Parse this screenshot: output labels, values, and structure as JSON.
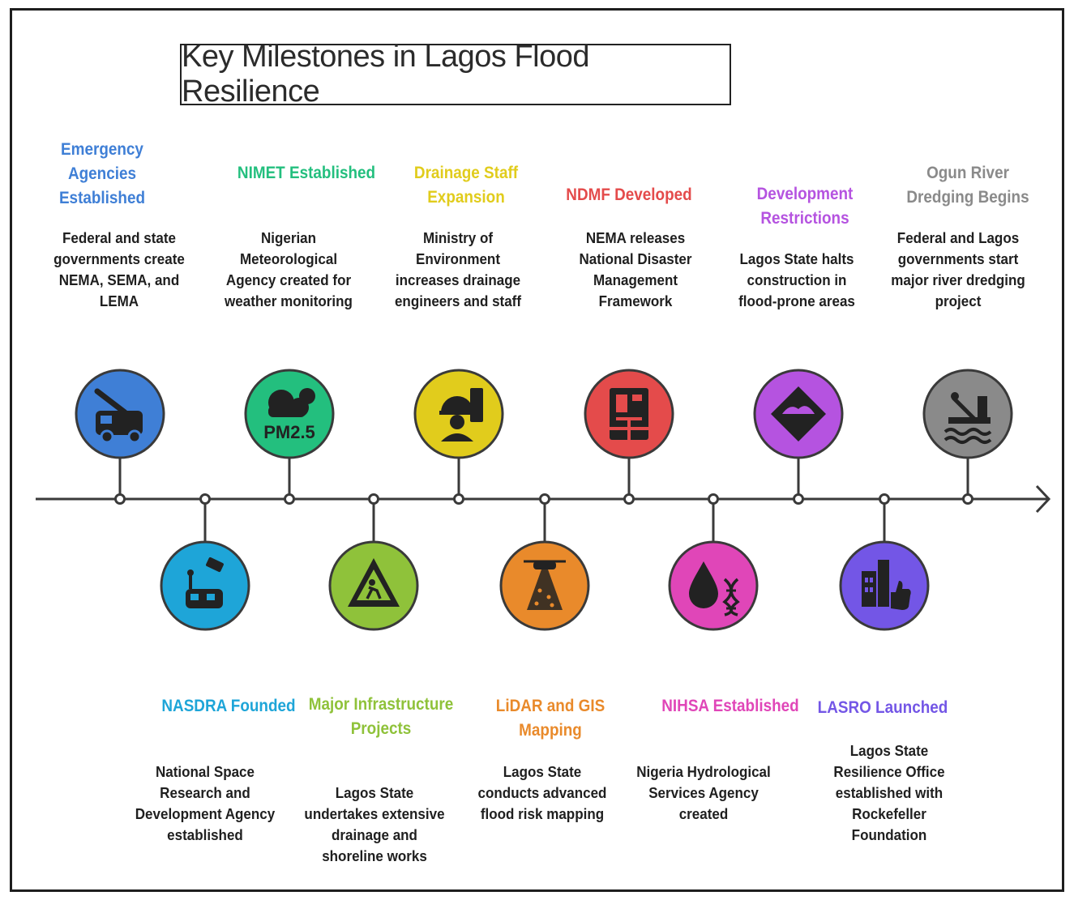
{
  "title": "Key Milestones in Lagos Flood Resilience",
  "milestones": [
    {
      "title": "Emergency Agencies Established",
      "description": "Federal and state governments create NEMA, SEMA, and LEMA",
      "color": "#3f7fd6",
      "icon": "fire-truck-icon",
      "side": "top"
    },
    {
      "title": "NASDRA Founded",
      "description": "National Space Research and Development Agency established",
      "color": "#1ea5d8",
      "icon": "satellite-rover-icon",
      "side": "bottom"
    },
    {
      "title": "NIMET Established",
      "description": "Nigerian Meteorological Agency created for weather monitoring",
      "color": "#23bf7e",
      "icon": "cloud-pm25-icon",
      "side": "top"
    },
    {
      "title": "Major Infrastructure Projects",
      "description": "Lagos State undertakes extensive drainage and shoreline works",
      "color": "#8fc23a",
      "icon": "construction-sign-icon",
      "side": "bottom"
    },
    {
      "title": "Drainage Staff Expansion",
      "description": "Ministry of Environment increases drainage engineers and staff",
      "color": "#e1cc1c",
      "icon": "engineer-icon",
      "side": "top"
    },
    {
      "title": "LiDAR and GIS Mapping",
      "description": "Lagos State conducts advanced flood risk mapping",
      "color": "#e98a2b",
      "icon": "lidar-drone-icon",
      "side": "bottom"
    },
    {
      "title": "NDMF Developed",
      "description": "NEMA releases National Disaster Management Framework",
      "color": "#e44b4b",
      "icon": "framework-document-icon",
      "side": "top"
    },
    {
      "title": "NIHSA Established",
      "description": "Nigeria Hydrological Services Agency created",
      "color": "#e046b8",
      "icon": "water-drop-dna-icon",
      "side": "bottom"
    },
    {
      "title": "Development Restrictions",
      "description": "Lagos State halts construction in flood-prone areas",
      "color": "#b553e0",
      "icon": "restriction-sign-icon",
      "side": "top"
    },
    {
      "title": "LASRO Launched",
      "description": "Lagos State Resilience Office established with Rockefeller Foundation",
      "color": "#7356e6",
      "icon": "city-thumbs-up-icon",
      "side": "bottom"
    },
    {
      "title": "Ogun River Dredging Begins",
      "description": "Federal and Lagos governments start major river dredging project",
      "color": "#8a8a8a",
      "icon": "dredger-icon",
      "side": "top"
    }
  ]
}
